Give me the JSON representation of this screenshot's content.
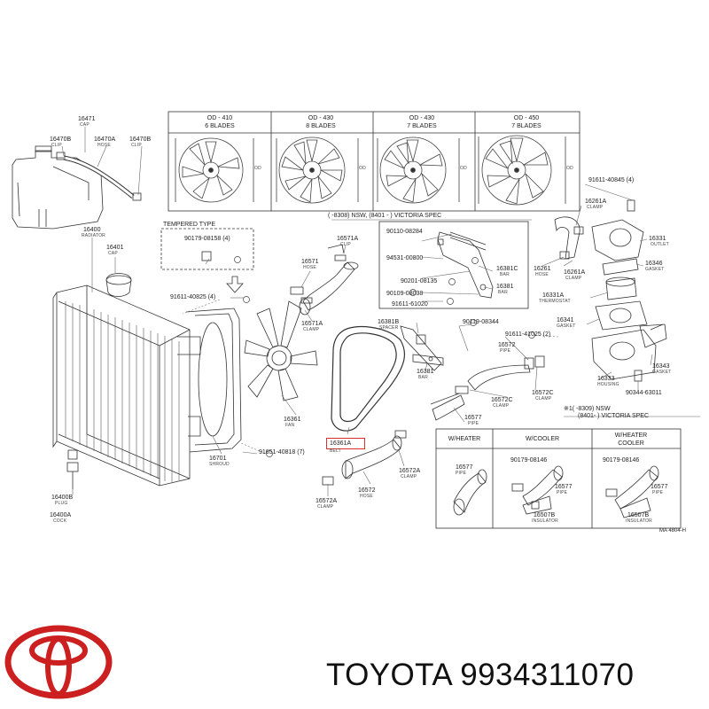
{
  "brand": {
    "name": "TOYOTA",
    "part_number": "9934311070",
    "logo_color": "#cc1f1f"
  },
  "highlight_color": "#d8322b",
  "fan_options": [
    {
      "od": "OD - 410",
      "blades": "6 BLADES"
    },
    {
      "od": "OD - 430",
      "blades": "8 BLADES"
    },
    {
      "od": "OD - 430",
      "blades": "7 BLADES"
    },
    {
      "od": "OD - 450",
      "blades": "7 BLADES"
    }
  ],
  "tempered_type": "TEMPERED TYPE",
  "spec_top": "(      -8308) NSW, (8401 -      ) VICTORIA SPEC",
  "spec_bottom_1": "※1(      -8309) NSW",
  "spec_bottom_2": "(8401-      ) VICTORIA SPEC",
  "variants": [
    "W/HEATER",
    "W/COOLER",
    "W/HEATER COOLER"
  ],
  "ref": "MA  4804-H",
  "od_dim": "OD",
  "parts": {
    "p16471": {
      "num": "16471",
      "name": "CAP"
    },
    "p16470b_l": {
      "num": "16470B",
      "name": "CLIP"
    },
    "p16470a": {
      "num": "16470A",
      "name": "HOSE"
    },
    "p16470b_r": {
      "num": "16470B",
      "name": "CLIP"
    },
    "p16400": {
      "num": "16400",
      "name": "RADIATOR"
    },
    "p16401": {
      "num": "16401",
      "name": "CAP"
    },
    "p90179_1": {
      "num": "90179-08158 (4)"
    },
    "p91611_1": {
      "num": "91611-40825 (4)"
    },
    "p16571a_t": {
      "num": "16571A",
      "name": "CLIP"
    },
    "p16571": {
      "num": "16571",
      "name": "HOSE"
    },
    "p16571a_b": {
      "num": "16571A",
      "name": "CLAMP"
    },
    "p16361": {
      "num": "16361",
      "name": "FAN"
    },
    "p16361a": {
      "num": "16361A",
      "name": "BELT"
    },
    "p16400b": {
      "num": "16400B",
      "name": "PLUG"
    },
    "p16400a": {
      "num": "16400A",
      "name": "COCK"
    },
    "p16701": {
      "num": "16701",
      "name": "SHROUD"
    },
    "p91651": {
      "num": "91651-40818 (7)"
    },
    "p16572a_l": {
      "num": "16572A",
      "name": "CLAMP"
    },
    "p16572": {
      "num": "16572",
      "name": "HOSE"
    },
    "p16572a_m": {
      "num": "16572A",
      "name": "CLAMP"
    },
    "p90110": {
      "num": "90110-08284"
    },
    "p94531": {
      "num": "94531-00800"
    },
    "p90201": {
      "num": "90201-08135"
    },
    "p90109": {
      "num": "90109-08038"
    },
    "p91611_2": {
      "num": "91611-61020"
    },
    "p16381c": {
      "num": "16381C",
      "name": "BAR"
    },
    "p16381_top": {
      "num": "16381",
      "name": "BAR"
    },
    "p16381b": {
      "num": "16381B",
      "name": "SPACER"
    },
    "p16381_mid": {
      "num": "16381",
      "name": "BAR"
    },
    "p90119": {
      "num": "90119-08344"
    },
    "p91611_3": {
      "num": "91611-41025 (2)"
    },
    "p16572_pipe": {
      "num": "16572",
      "name": "PIPE"
    },
    "p16572c_1": {
      "num": "16572C",
      "name": "CLAMP"
    },
    "p16572c_2": {
      "num": "16572C",
      "name": "CLAMP"
    },
    "p16577": {
      "num": "16577",
      "name": "PIPE"
    },
    "p91611_4": {
      "num": "91611-40845 (4)"
    },
    "p16261a_t": {
      "num": "16261A",
      "name": "CLAMP"
    },
    "p16331": {
      "num": "16331",
      "name": "OUTLET"
    },
    "p16261": {
      "num": "16261",
      "name": "HOSE"
    },
    "p16261a_b": {
      "num": "16261A",
      "name": "CLAMP"
    },
    "p16346": {
      "num": "16346",
      "name": "GASKET"
    },
    "p16331a": {
      "num": "16331A",
      "name": "THERMOSTAT"
    },
    "p16341": {
      "num": "16341",
      "name": "GASKET"
    },
    "p16343": {
      "num": "16343",
      "name": "GASKET"
    },
    "p16333": {
      "num": "16333",
      "name": "HOUSING"
    },
    "p90344": {
      "num": "90344-63011"
    },
    "p16577_h": {
      "num": "16577",
      "name": "PIPE"
    },
    "p90179_c": {
      "num": "90179-08146"
    },
    "p16577_c": {
      "num": "16577",
      "name": "PIPE"
    },
    "p16507b_c": {
      "num": "16507B",
      "name": "INSULATOR"
    },
    "p90179_hc": {
      "num": "90179-08146"
    },
    "p16577_hc": {
      "num": "16577",
      "name": "PIPE"
    },
    "p16507b_hc": {
      "num": "16507B",
      "name": "INSULATOR"
    }
  }
}
